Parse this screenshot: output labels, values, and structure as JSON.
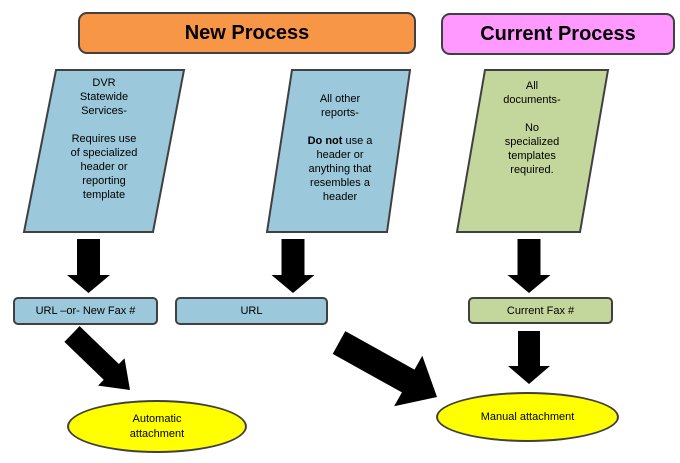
{
  "colors": {
    "new_process_header": "#F79646",
    "current_process_header": "#FF99FF",
    "new_process_shapes": "#9BC8DA",
    "current_process_shapes": "#C3D69B",
    "outcome_ovals": "#FFFF00",
    "shape_border": "#404040",
    "arrows": "#000000"
  },
  "headers": [
    {
      "label": "New Process"
    },
    {
      "label": "Current Process"
    }
  ],
  "parallelograms": {
    "dvr_text": "DVR\nStatewide\nServices-\n\nRequires use\nof specialized\nheader or\nreporting\ntemplate",
    "other_reports_before": "All other\nreports-\n\n",
    "other_reports_bold": "Do not",
    "other_reports_after": " use a\nheader or\nanything that\nresembles a\nheader",
    "all_documents_text": "All\ndocuments-\n\nNo\nspecialized\ntemplates\nrequired."
  },
  "labels": {
    "url_or_new_fax": "URL –or- New Fax #",
    "url": "URL",
    "current_fax": "Current Fax #"
  },
  "outcomes": {
    "automatic": "Automatic\nattachment",
    "manual": "Manual attachment"
  }
}
